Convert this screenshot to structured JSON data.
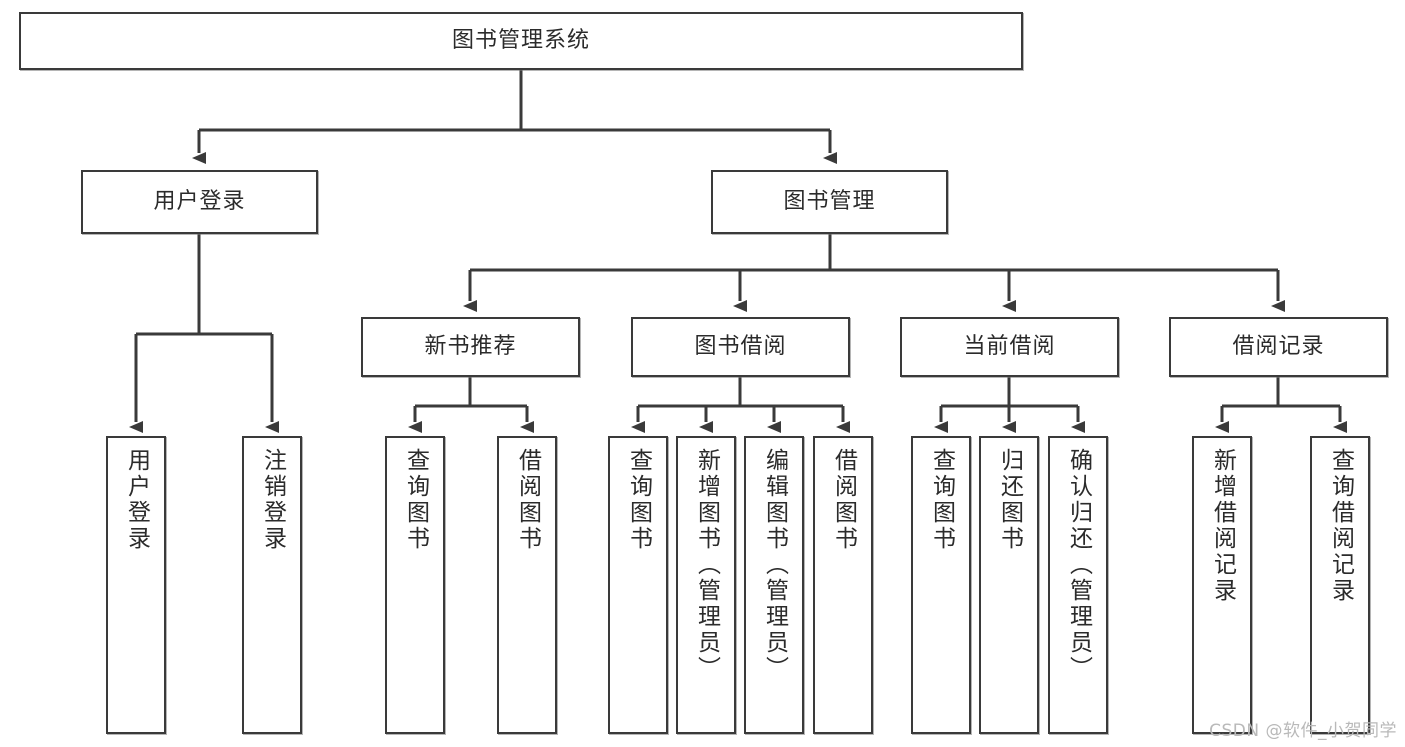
{
  "diagram": {
    "type": "tree-hierarchy",
    "title": "图书管理系统",
    "watermark": "CSDN @软件_小贺同学",
    "colors": {
      "box_border": "#3a3a3a",
      "box_fill": "#ffffff",
      "line": "#3a3a3a",
      "text": "#2b2b2b",
      "watermark": "#b9b9b9"
    },
    "nodes": {
      "root": {
        "label": "图书管理系统",
        "orientation": "horizontal"
      },
      "l1": [
        {
          "id": "user-login",
          "label": "用户登录",
          "orientation": "horizontal"
        },
        {
          "id": "book-manage",
          "label": "图书管理",
          "orientation": "horizontal"
        }
      ],
      "l2": [
        {
          "id": "new-book-recommend",
          "label": "新书推荐",
          "orientation": "horizontal"
        },
        {
          "id": "book-borrow",
          "label": "图书借阅",
          "orientation": "horizontal"
        },
        {
          "id": "current-borrow",
          "label": "当前借阅",
          "orientation": "horizontal"
        },
        {
          "id": "borrow-record",
          "label": "借阅记录",
          "orientation": "horizontal"
        }
      ],
      "leaves": [
        {
          "id": "leaf-user-login",
          "label": "用户登录",
          "parent": "user-login",
          "orientation": "vertical"
        },
        {
          "id": "leaf-user-logout",
          "label": "注销登录",
          "parent": "user-login",
          "orientation": "vertical"
        },
        {
          "id": "leaf-query-book-1",
          "label": "查询图书",
          "parent": "new-book-recommend",
          "orientation": "vertical"
        },
        {
          "id": "leaf-borrow-book-1",
          "label": "借阅图书",
          "parent": "new-book-recommend",
          "orientation": "vertical"
        },
        {
          "id": "leaf-query-book-2",
          "label": "查询图书",
          "parent": "book-borrow",
          "orientation": "vertical"
        },
        {
          "id": "leaf-add-book",
          "label": "新增图书（管理员）",
          "parent": "book-borrow",
          "orientation": "vertical"
        },
        {
          "id": "leaf-edit-book",
          "label": "编辑图书（管理员）",
          "parent": "book-borrow",
          "orientation": "vertical"
        },
        {
          "id": "leaf-borrow-book-2",
          "label": "借阅图书",
          "parent": "book-borrow",
          "orientation": "vertical"
        },
        {
          "id": "leaf-query-book-3",
          "label": "查询图书",
          "parent": "current-borrow",
          "orientation": "vertical"
        },
        {
          "id": "leaf-return-book",
          "label": "归还图书",
          "parent": "current-borrow",
          "orientation": "vertical"
        },
        {
          "id": "leaf-confirm-return",
          "label": "确认归还（管理员）",
          "parent": "current-borrow",
          "orientation": "vertical"
        },
        {
          "id": "leaf-add-record",
          "label": "新增借阅记录",
          "parent": "borrow-record",
          "orientation": "vertical"
        },
        {
          "id": "leaf-query-record",
          "label": "查询借阅记录",
          "parent": "borrow-record",
          "orientation": "vertical"
        }
      ]
    }
  }
}
